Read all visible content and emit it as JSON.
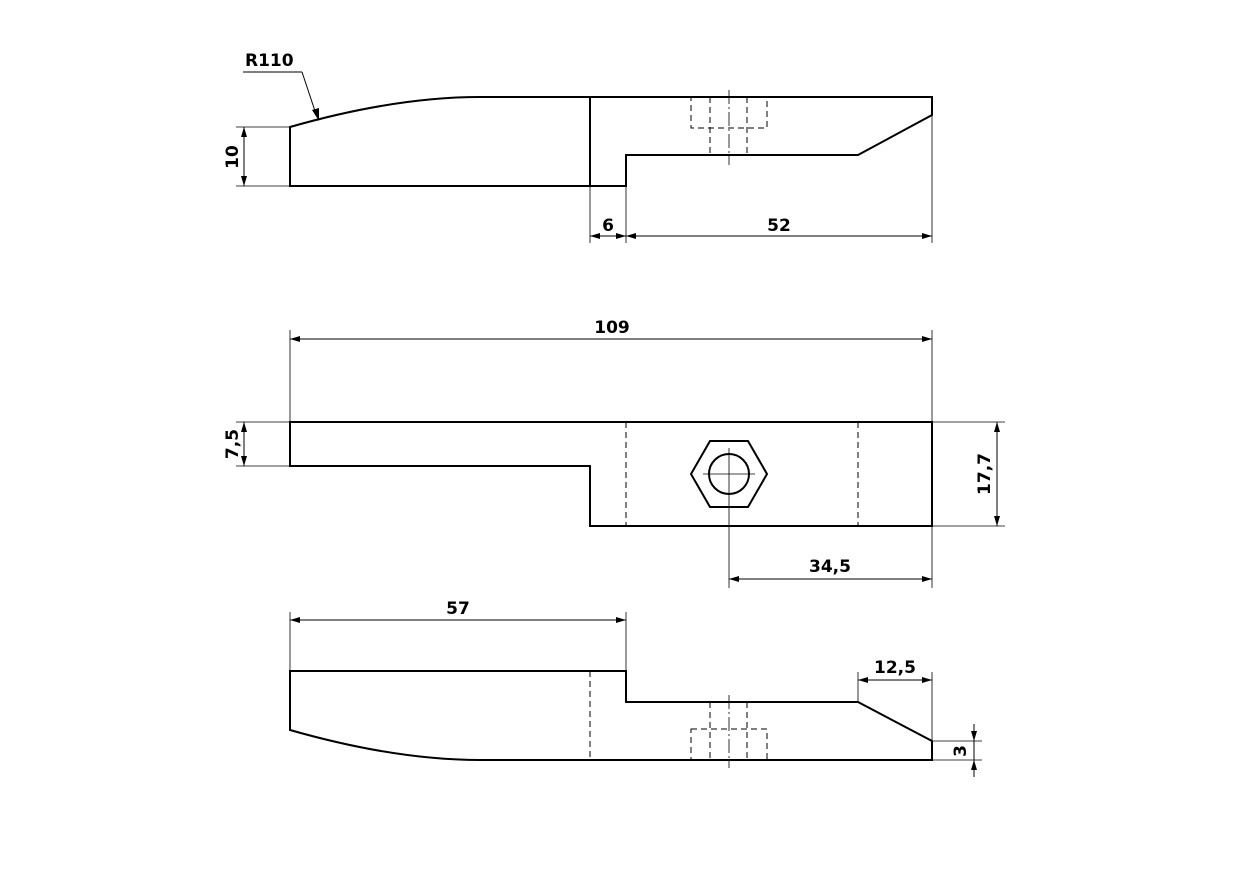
{
  "dimensions": {
    "radius": "R110",
    "top_height": "10",
    "step_width": "6",
    "right_length": "52",
    "overall_length": "109",
    "front_left_height": "7,5",
    "front_total_height": "17,7",
    "hole_offset": "34,5",
    "bottom_left_length": "57",
    "chamfer_length": "12,5",
    "tip_height": "3"
  }
}
